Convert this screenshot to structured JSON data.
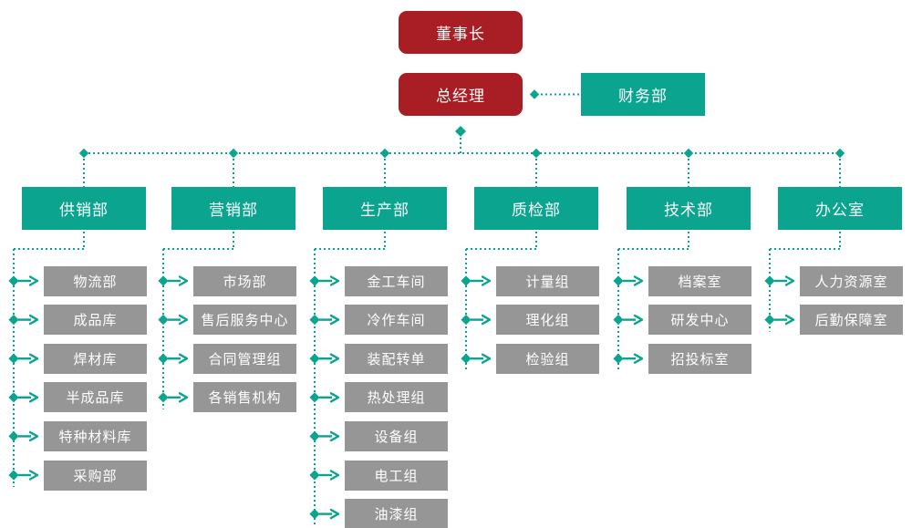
{
  "org": {
    "chairman": "董事长",
    "general_manager": "总经理",
    "staff_department": "财务部",
    "departments": [
      {
        "name": "供销部",
        "children": [
          "物流部",
          "成品库",
          "焊材库",
          "半成品库",
          "特种材料库",
          "采购部"
        ]
      },
      {
        "name": "营销部",
        "children": [
          "市场部",
          "售后服务中心",
          "合同管理组",
          "各销售机构"
        ]
      },
      {
        "name": "生产部",
        "children": [
          "金工车间",
          "冷作车间",
          "装配转单",
          "热处理组",
          "设备组",
          "电工组",
          "油漆组"
        ]
      },
      {
        "name": "质检部",
        "children": [
          "计量组",
          "理化组",
          "检验组"
        ]
      },
      {
        "name": "技术部",
        "children": [
          "档案室",
          "研发中心",
          "招投标室"
        ]
      },
      {
        "name": "办公室",
        "children": [
          "人力资源室",
          "后勤保障室"
        ]
      }
    ]
  },
  "colors": {
    "executive_red": "#a81e24",
    "department_teal": "#0aa48f",
    "sub_department_gray": "#969696",
    "connector_teal": "#0aa48f",
    "label_text": "#ffffff"
  }
}
